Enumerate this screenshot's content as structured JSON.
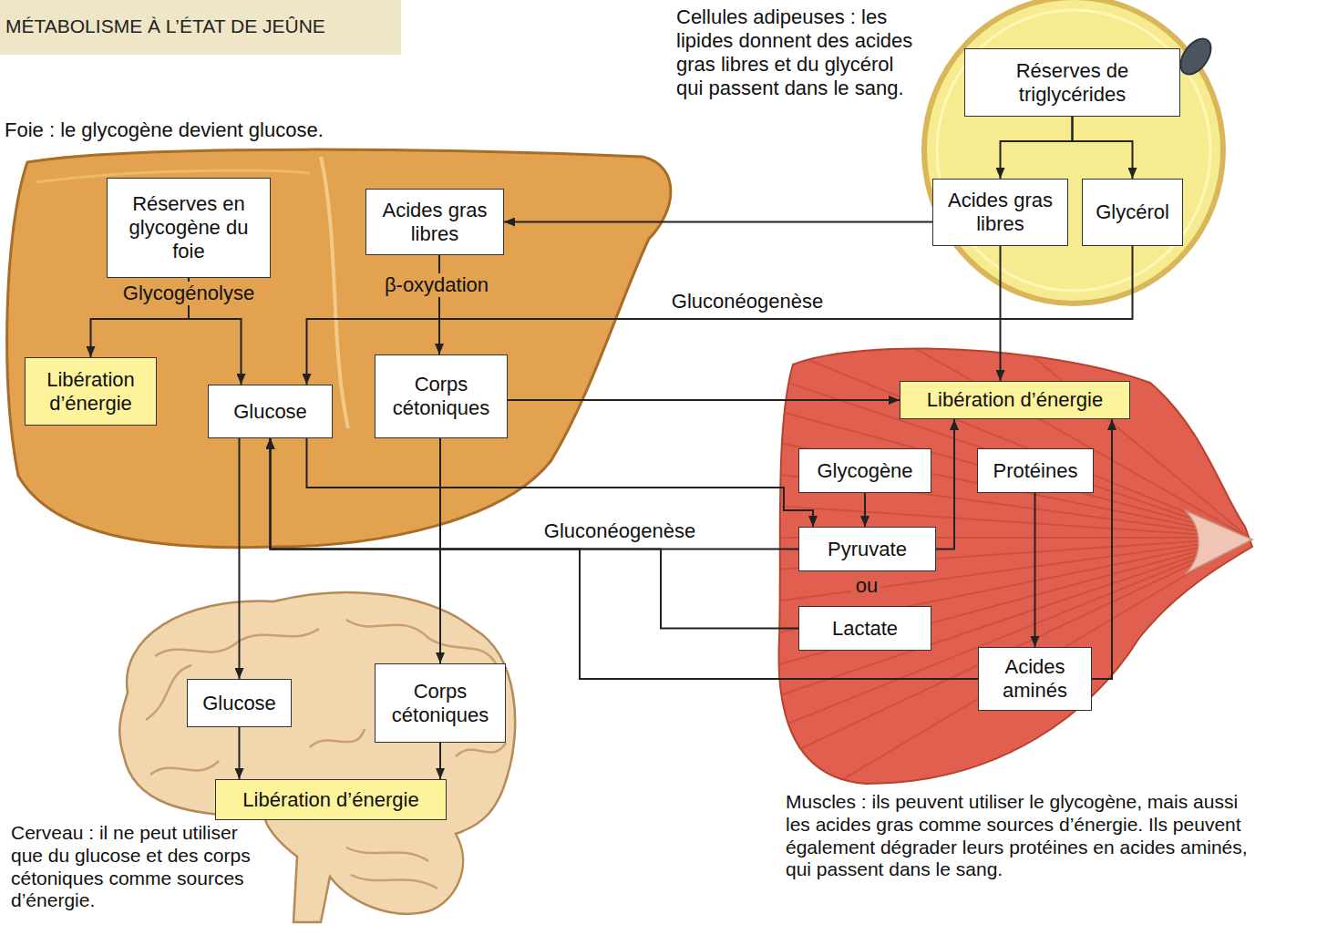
{
  "diagram": {
    "title": "MÉTABOLISME À L’ÉTAT DE JEÛNE",
    "nodes": [
      {
        "text": [
          "Foie : le glycogène devient glucose."
        ]
      },
      {
        "text": [
          "Réserves en glycogène du foie"
        ],
        "in": 0
      },
      {
        "text": [
          "Acides gras libres"
        ],
        "in": 0
      },
      {
        "text": [
          "Libération d’énergie"
        ],
        "in": 0
      },
      {
        "text": [
          "Glucose"
        ],
        "in": 0
      },
      {
        "text": [
          "Corps cétoniques"
        ],
        "in": 0
      },
      {
        "text": [
          "Cellules adipeuses : les lipides donnent des acides gras libres et du glycérol qui passent dans le sang."
        ]
      },
      {
        "text": [
          "Réserves de triglycérides"
        ],
        "in": 6
      },
      {
        "text": [
          "Acides gras libres"
        ],
        "in": 6
      },
      {
        "text": [
          "Glycérol"
        ],
        "in": 6
      },
      {
        "text": [
          "Muscles : ils peuvent utiliser le glycogène, mais aussi les acides gras comme sources d’énergie. Ils peuvent également dégrader leurs protéines en acides aminés, qui passent dans le sang."
        ]
      },
      {
        "text": [
          "Libération d’énergie"
        ],
        "in": 10
      },
      {
        "text": [
          "Glycogène"
        ],
        "in": 10
      },
      {
        "text": [
          "Protéines"
        ],
        "in": 10
      },
      {
        "text": [
          "Pyruvate"
        ],
        "in": 10
      },
      {
        "text": [
          "Lactate"
        ],
        "in": 10
      },
      {
        "text": [
          "Acides aminés"
        ],
        "in": 10
      },
      {
        "text": [
          "Cerveau : il ne peut utiliser que du glucose et des corps cétoniques comme sources d’énergie."
        ]
      },
      {
        "text": [
          "Glucose"
        ],
        "in": 17
      },
      {
        "text": [
          "Corps cétoniques"
        ],
        "in": 17
      },
      {
        "text": [
          "Libération d’énergie"
        ],
        "in": 17
      }
    ],
    "edges": [
      {
        "from": 1,
        "to": 3,
        "arrow": "to"
      },
      {
        "from": 1,
        "to": 4,
        "label": "Glycogénolyse",
        "arrow": "to"
      },
      {
        "from": 7,
        "to": 8,
        "arrow": "to"
      },
      {
        "from": 7,
        "to": 9,
        "arrow": "to"
      },
      {
        "from": 8,
        "to": 2,
        "arrow": "to"
      },
      {
        "from": 2,
        "to": 5,
        "label": "β-oxydation",
        "arrow": "to"
      },
      {
        "from": 9,
        "to": 4,
        "label": "Gluconéogenèse",
        "arrow": "to"
      },
      {
        "from": 8,
        "to": 11,
        "arrow": "to"
      },
      {
        "from": 5,
        "to": 11,
        "arrow": "to"
      },
      {
        "from": 4,
        "to": 14,
        "arrow": "to"
      },
      {
        "from": 14,
        "to": 4,
        "label": "Gluconéogenèse",
        "arrow": "to"
      },
      {
        "from": 15,
        "to": 4,
        "arrow": "to"
      },
      {
        "from": 16,
        "to": 4,
        "arrow": "to"
      },
      {
        "from": 12,
        "to": 14,
        "arrow": "to"
      },
      {
        "from": 13,
        "to": 16,
        "arrow": "to"
      },
      {
        "from": 14,
        "to": 11,
        "arrow": "to"
      },
      {
        "from": 16,
        "to": 11,
        "arrow": "to"
      },
      {
        "from": 4,
        "to": 18,
        "arrow": "to"
      },
      {
        "from": 5,
        "to": 19,
        "arrow": "to"
      },
      {
        "from": 18,
        "to": 20,
        "arrow": "to"
      },
      {
        "from": 19,
        "to": 20,
        "arrow": "to"
      }
    ],
    "labels": [
      "ou"
    ]
  }
}
